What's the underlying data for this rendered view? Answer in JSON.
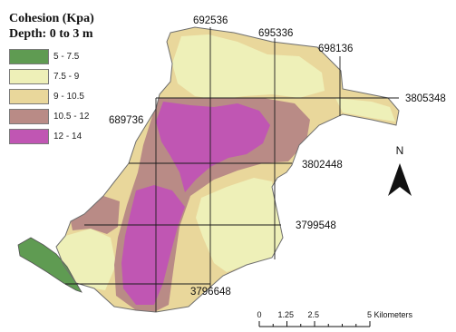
{
  "legend": {
    "title_line1": "Cohesion (Kpa)",
    "title_line2": "Depth: 0 to 3 m",
    "classes": [
      {
        "label": "5 - 7.5",
        "color": "#5f9b52"
      },
      {
        "label": "7.5 - 9",
        "color": "#eef0b8"
      },
      {
        "label": "9 - 10.5",
        "color": "#e9d79b"
      },
      {
        "label": "10.5 - 12",
        "color": "#b98b86"
      },
      {
        "label": "12 - 14",
        "color": "#c056b3"
      }
    ]
  },
  "grid_labels": {
    "easting_1": "692536",
    "easting_2": "695336",
    "easting_3": "698136",
    "easting_4": "689736",
    "northing_1": "3805348",
    "northing_2": "3802448",
    "northing_3": "3799548",
    "northing_4": "3796648"
  },
  "north_arrow": {
    "label": "N"
  },
  "scale_bar": {
    "labels": [
      "0",
      "1.25",
      "2.5",
      "5 Kilometers"
    ],
    "values_km": [
      0,
      1.25,
      2.5,
      5
    ]
  }
}
